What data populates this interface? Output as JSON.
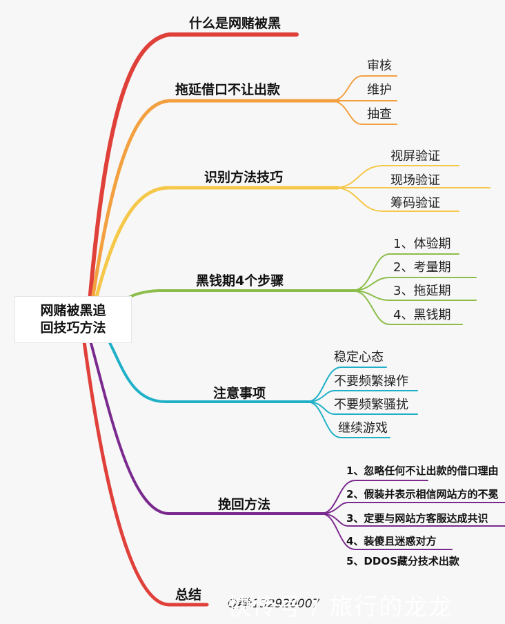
{
  "root": {
    "line1": "网赌被黑追",
    "line2": "回技巧方法"
  },
  "colors": {
    "red": "#e0403a",
    "orange": "#f3a040",
    "yellow": "#f5c84a",
    "green": "#8cbd4a",
    "teal": "#1fb0c8",
    "purple": "#7a2a8e"
  },
  "branches": [
    {
      "label": "什么是网赌被黑",
      "color": "red",
      "children": []
    },
    {
      "label": "拖延借口不让出款",
      "color": "orange",
      "children": [
        "审核",
        "维护",
        "抽查"
      ]
    },
    {
      "label": "识别方法技巧",
      "color": "yellow",
      "children": [
        "视屏验证",
        "现场验证",
        "筹码验证"
      ]
    },
    {
      "label": "黑钱期4个步骤",
      "color": "green",
      "children": [
        "1、体验期",
        "2、考量期",
        "3、拖延期",
        "4、黑钱期"
      ]
    },
    {
      "label": "注意事项",
      "color": "teal",
      "children": [
        "稳定心态",
        "不要频繁操作",
        "不要频繁骚扰",
        "继续游戏"
      ]
    },
    {
      "label": "挽回方法",
      "color": "purple",
      "children": [
        "1、忽略任何不让出款的借口理由",
        "2、假装并表示相信网站方的不冕",
        "3、定要与网站方客服达成共识",
        "4、装傻且迷惑对方",
        "5、DDOS藏分技术出款"
      ]
    },
    {
      "label": "总结",
      "color": "red",
      "children": []
    }
  ],
  "watermark": {
    "text": "快传号 / 旅行的龙龙",
    "overlay_text": "Q群:132920007"
  }
}
